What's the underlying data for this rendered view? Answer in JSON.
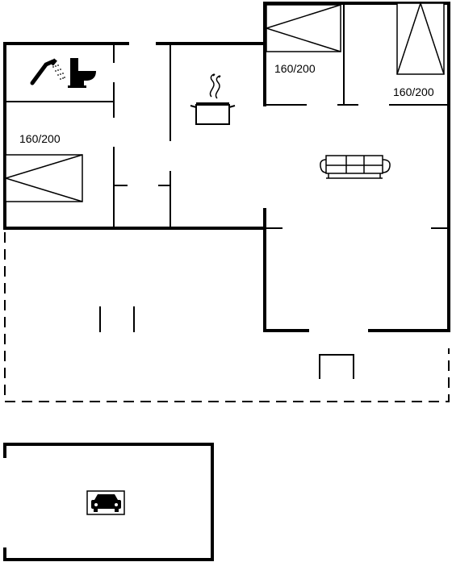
{
  "plan": {
    "bed_labels": [
      "160/200",
      "160/200",
      "160/200"
    ],
    "icons": [
      "shower-icon",
      "toilet-icon",
      "cooking-pot-icon",
      "sofa-icon",
      "car-icon"
    ],
    "colors": {
      "line": "#000000",
      "background": "#ffffff"
    }
  }
}
